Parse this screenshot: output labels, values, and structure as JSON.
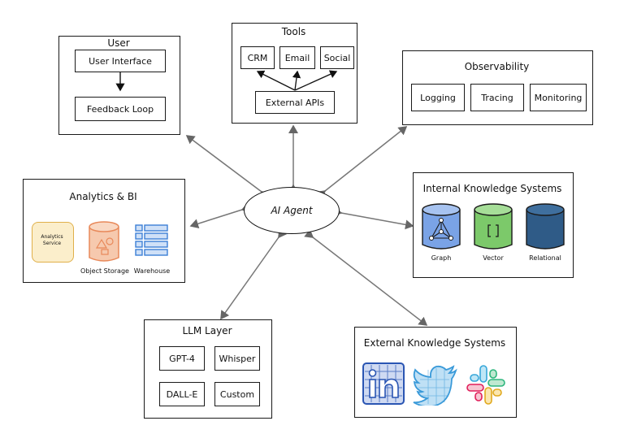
{
  "agent": "AI Agent",
  "user": {
    "title": "User",
    "ui": "User Interface",
    "feedback": "Feedback Loop"
  },
  "tools": {
    "title": "Tools",
    "crm": "CRM",
    "email": "Email",
    "social": "Social",
    "apis": "External APIs"
  },
  "observability": {
    "title": "Observability",
    "items": [
      "Logging",
      "Tracing",
      "Monitoring"
    ]
  },
  "analytics": {
    "title": "Analytics & BI",
    "service": "Analytics Service",
    "storage": "Object Storage",
    "warehouse": "Warehouse"
  },
  "internal": {
    "title": "Internal Knowledge Systems",
    "graph": "Graph",
    "vector": "Vector",
    "relational": "Relational"
  },
  "llm": {
    "title": "LLM Layer",
    "gpt": "GPT-4",
    "whisper": "Whisper",
    "dalle": "DALL-E",
    "custom": "Custom"
  },
  "external": {
    "title": "External Knowledge Systems"
  },
  "colors": {
    "graph": "#7aa3e6",
    "vector": "#7cc96a",
    "relational": "#2f5b87",
    "storage": "#e8895a",
    "service": "#f0c46a",
    "warehouse": "#3d7fd6"
  }
}
